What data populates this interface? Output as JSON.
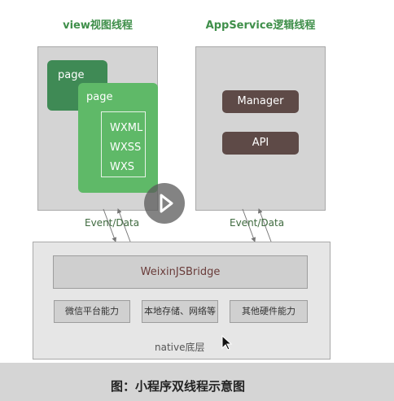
{
  "view_thread": {
    "title": "view视图线程",
    "page_back_label": "page",
    "page_front_label": "page",
    "files": [
      "WXML",
      "WXSS",
      "WXS"
    ]
  },
  "appservice_thread": {
    "title": "AppService逻辑线程",
    "manager_label": "Manager",
    "api_label": "API"
  },
  "event_label_left": "Event/Data",
  "event_label_right": "Event/Data",
  "native": {
    "bridge_label": "WeixinJSBridge",
    "capabilities": [
      "微信平台能力",
      "本地存储、网络等",
      "其他硬件能力"
    ],
    "label": "native底层"
  },
  "caption": "图：小程序双线程示意图",
  "colors": {
    "title_green": "#3f8f4a",
    "page_dark": "#3f8a55",
    "page_light": "#5fb968",
    "service_brown": "#5e4a47",
    "panel_gray": "#d4d4d4"
  },
  "icons": {
    "play": "play-icon",
    "cursor": "mouse-cursor-icon"
  }
}
